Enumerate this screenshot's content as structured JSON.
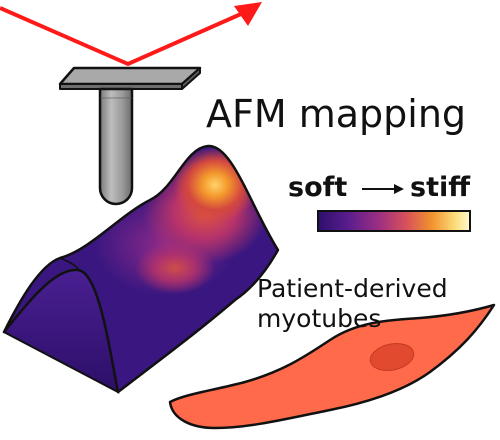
{
  "title": "AFM mapping",
  "scale": {
    "low_label": "soft",
    "high_label": "stiff",
    "gradient_colors": [
      "#2e0f6e",
      "#5a1d8c",
      "#9c2f84",
      "#d8505a",
      "#f1922e",
      "#fbdc7a",
      "#fff9cf"
    ]
  },
  "cell_label": {
    "line1": "Patient-derived",
    "line2": "myotubes"
  },
  "colors": {
    "laser": "#ff1a1a",
    "cantilever": "#a6a6a6",
    "tip": "#8c8c8c",
    "surface_base": "#3a1780",
    "surface_hot": "#f49a2c",
    "myotube_fill": "#ff6a4a",
    "myotube_nucleus": "#e24a2f",
    "outline": "#111111"
  },
  "icons": [
    "laser-beam-icon",
    "afm-cantilever-icon",
    "afm-tip-icon",
    "stiffness-surface-icon",
    "myotube-cell-icon",
    "arrow-right-icon"
  ]
}
